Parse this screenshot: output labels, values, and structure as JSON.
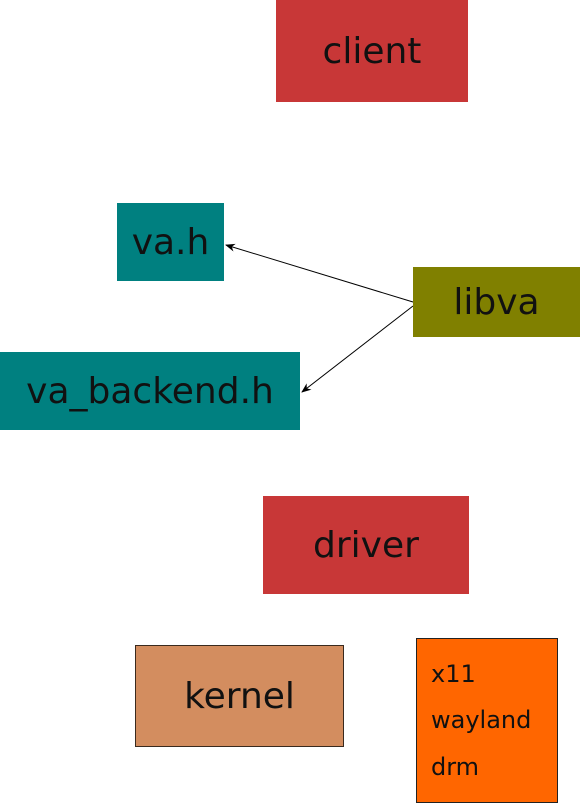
{
  "nodes": {
    "client": {
      "label": "client",
      "color": "#c83737"
    },
    "va_h": {
      "label": "va.h",
      "color": "#008080"
    },
    "libva": {
      "label": "libva",
      "color": "#808000"
    },
    "va_backend": {
      "label": "va_backend.h",
      "color": "#008080"
    },
    "driver": {
      "label": "driver",
      "color": "#c83737"
    },
    "kernel": {
      "label": "kernel",
      "color": "#d38d5f"
    },
    "platform": {
      "items": [
        "x11",
        "wayland",
        "drm"
      ],
      "color": "#ff6600"
    }
  },
  "edges": [
    {
      "from": "libva",
      "to": "va.h"
    },
    {
      "from": "libva",
      "to": "va_backend.h"
    }
  ]
}
